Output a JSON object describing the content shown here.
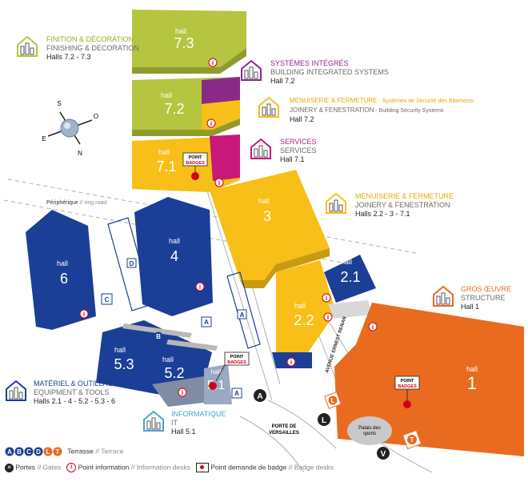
{
  "colors": {
    "green": "#b5c540",
    "purple": "#8a2a88",
    "yellow": "#f7bf17",
    "magenta": "#c8187a",
    "blue": "#1b3f96",
    "orange": "#e86b1f",
    "teal_icon": "#4aa5c8",
    "red": "#d0021b"
  },
  "halls": {
    "h73": {
      "word": "hall",
      "num": "7.3"
    },
    "h72": {
      "word": "hall",
      "num": "7.2"
    },
    "h71": {
      "word": "hall",
      "num": "7.1"
    },
    "h3": {
      "word": "hall",
      "num": "3"
    },
    "h21": {
      "word": "hall",
      "num": "2.1"
    },
    "h22": {
      "word": "hall",
      "num": "2.2"
    },
    "h6": {
      "word": "hall",
      "num": "6"
    },
    "h4": {
      "word": "hall",
      "num": "4"
    },
    "h53": {
      "word": "hall",
      "num": "5.3"
    },
    "h52": {
      "word": "hall",
      "num": "5.2"
    },
    "h51": {
      "word": "hall",
      "num": "5.1"
    },
    "h1": {
      "word": "hall",
      "num": "1"
    }
  },
  "labels": {
    "ring_road_fr": "Périphérique",
    "ring_road_en": "// ring road",
    "avenue": "AVENUE ERNEST RENAN",
    "porte_1": "PORTE DE",
    "porte_2": "VERSAILLES",
    "palais_1": "Palais des",
    "palais_2": "sports",
    "point": "POINT",
    "badges": "BADGES",
    "compass_n": "N",
    "compass_s": "S",
    "compass_e": "E",
    "compass_o": "O"
  },
  "terraces": [
    "A",
    "B",
    "C",
    "D",
    "L",
    "T"
  ],
  "gates": [
    "A",
    "L",
    "V"
  ],
  "legend": {
    "finishing": {
      "fr": "FINITION & DÉCORATION",
      "en": "FINISHING & DECORATION",
      "halls": "Halls 7.2 - 7.3"
    },
    "integrated": {
      "fr": "SYSTÈMES INTÉGRÉS",
      "en": "BUILDING INTEGRATED SYSTEMS",
      "halls": "Hall 7.2"
    },
    "joinery_sec": {
      "fr": "MENUISERIE & FERMETURE",
      "fr2": " - Systèmes de Sécurité des Bâtiments",
      "en": "JOINERY & FENESTRATION",
      "en2": " - Building Security Systems",
      "halls": "Hall 7.2"
    },
    "services": {
      "fr": "SERVICES",
      "en": "SERVICES",
      "halls": "Hall 7.1"
    },
    "joinery": {
      "fr": "MENUISERIE & FERMETURE",
      "en": "JOINERY & FENESTRATION",
      "halls": "Halls 2.2 - 3 - 7.1"
    },
    "structure": {
      "fr": "GROS ŒUVRE",
      "en": "STRUCTURE",
      "halls": "Hall 1"
    },
    "equipment": {
      "fr": "MATÉRIEL & OUTILLAGE",
      "en": "EQUIPMENT & TOOLS",
      "halls": "Halls 2.1 - 4 - 5.2 - 5.3 - 6"
    },
    "it": {
      "fr": "INFORMATIQUE",
      "en": "IT",
      "halls": "Hall 5.1"
    }
  },
  "key": {
    "terrace_fr": "Terrasse",
    "terrace_en": "// Terrace",
    "gates_fr": "Portes",
    "gates_en": "// Gates",
    "info_fr": "Point information",
    "info_en": "// Information desks",
    "badge_fr": "Point demande de badge",
    "badge_en": "// Badge desks"
  }
}
